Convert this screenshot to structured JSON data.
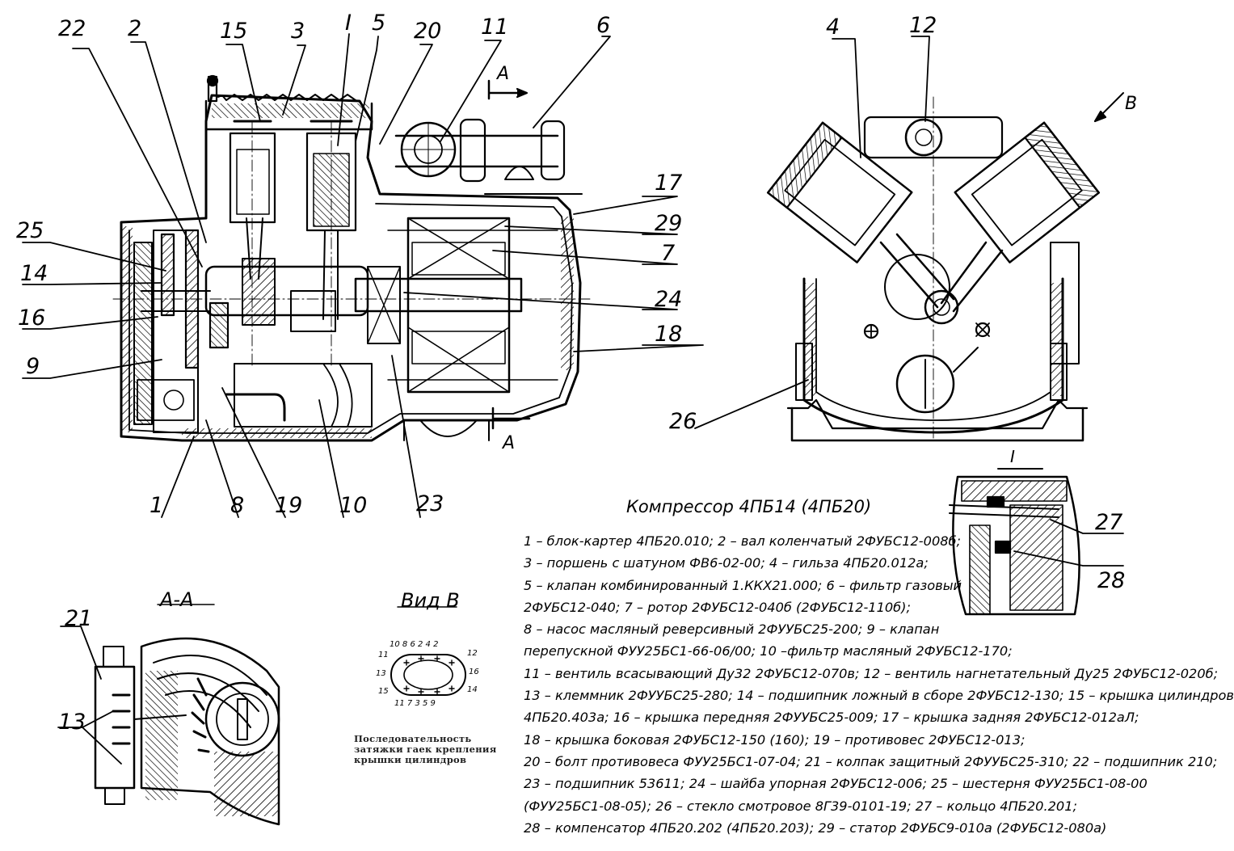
{
  "title": "Компрессор 4ПБ14 (4ПБ20)",
  "callouts_main": [
    "22",
    "2",
    "15",
    "3",
    "I",
    "5",
    "20",
    "11",
    "6",
    "A",
    "25",
    "14",
    "16",
    "9",
    "17",
    "29",
    "7",
    "24",
    "18",
    "1",
    "8",
    "19",
    "10",
    "23",
    "A"
  ],
  "callouts_right": [
    "4",
    "12",
    "B",
    "26",
    "I",
    "27",
    "28"
  ],
  "section_aa": {
    "label": "А-А",
    "callouts": [
      "21",
      "13"
    ]
  },
  "view_b": {
    "label": "Вид В",
    "top_numbers": "10 8 6 2 4 2",
    "bottom_numbers": "11 7 3 5 9",
    "left_numbers": [
      "11",
      "13",
      "15"
    ],
    "right_numbers": [
      "12",
      "16",
      "14"
    ],
    "note_lines": [
      "Последовательность",
      "затяжки гаек крепления",
      "крышки цилиндров"
    ]
  },
  "legend": [
    "1 – блок-картер 4ПБ20.010; 2 – вал коленчатый 2ФУБС12-008б;",
    "3 – поршень с шатуном ФВ6-02-00; 4 – гильза 4ПБ20.012а;",
    "5 – клапан комбинированный 1.ККХ21.000; 6 – фильтр газовый",
    "2ФУБС12-040; 7 – ротор 2ФУБС12-040б (2ФУБС12-110б);",
    "8 – насос масляный реверсивный 2ФУУБС25-200; 9 – клапан",
    "перепускной ФУУ25БС1-66-06/00; 10 –фильтр масляный 2ФУБС12-170;",
    "11 – вентиль всасывающий Ду32 2ФУБС12-070в; 12 – вентиль нагнетательный Ду25 2ФУБС12-020б;",
    "13 – клеммник 2ФУУБС25-280; 14 – подшипник ложный в сборе 2ФУБС12-130; 15 – крышка цилиндров",
    "4ПБ20.403а; 16 – крышка передняя 2ФУУБС25-009; 17 – крышка задняя 2ФУБС12-012аЛ;",
    "18 – крышка боковая 2ФУБС12-150 (160); 19 – противовес 2ФУБС12-013;",
    "20 – болт противовеса ФУУ25БС1-07-04; 21 – колпак защитный 2ФУУБС25-310; 22 – подшипник 210;",
    "23 – подшипник 53611; 24 – шайба упорная 2ФУБС12-006; 25 – шестерня ФУУ25БС1-08-00",
    "(ФУУ25БС1-08-05); 26 – стекло смотровое 8Г39-0101-19; 27 – кольцо 4ПБ20.201;",
    "28 – компенсатор 4ПБ20.202 (4ПБ20.203); 29 – статор 2ФУБС9-010а (2ФУБС12-080а)"
  ]
}
